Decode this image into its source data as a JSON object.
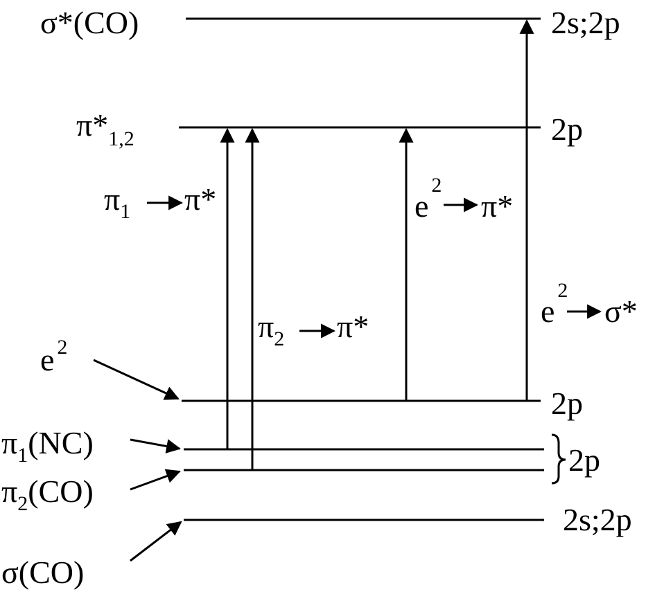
{
  "levels": [
    {
      "name": "σ*(CO)",
      "orbital": "2s;2p"
    },
    {
      "name": "π*",
      "subscript": "1,2",
      "orbital": "2p"
    },
    {
      "name": "e",
      "superscript": "2",
      "orbital": "2p"
    },
    {
      "name": "π",
      "subscript": "1",
      "suffix": "(NC)"
    },
    {
      "name": "π",
      "subscript": "2",
      "suffix": "(CO)"
    },
    {
      "group_orbital": "2p"
    },
    {
      "name": "σ(CO)",
      "orbital": "2s;2p"
    }
  ],
  "transitions": [
    {
      "from": "π",
      "from_sub": "1",
      "to": "π*"
    },
    {
      "from": "π",
      "from_sub": "2",
      "to": "π*"
    },
    {
      "from": "e",
      "from_sup": "2",
      "to": "π*"
    },
    {
      "from": "e",
      "from_sup": "2",
      "to": "σ*"
    }
  ]
}
